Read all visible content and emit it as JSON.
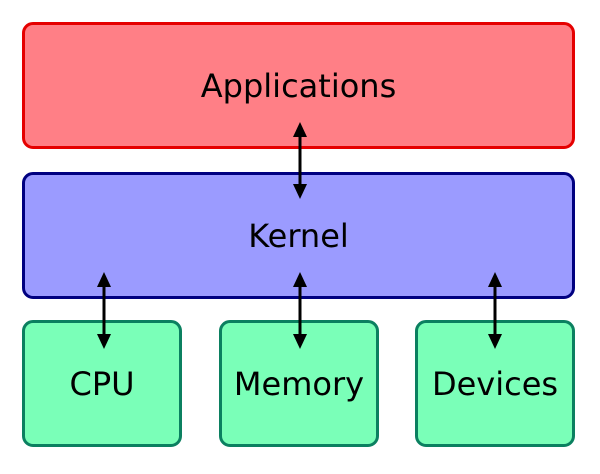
{
  "diagram": {
    "layers": {
      "applications": {
        "label": "Applications"
      },
      "kernel": {
        "label": "Kernel"
      },
      "hardware": [
        {
          "label": "CPU"
        },
        {
          "label": "Memory"
        },
        {
          "label": "Devices"
        }
      ]
    }
  },
  "colors": {
    "applications_fill": "#ff7f86",
    "applications_border": "#e50000",
    "kernel_fill": "#9b9bff",
    "kernel_border": "#000080",
    "hardware_fill": "#7affb8",
    "hardware_border": "#0b8060",
    "arrow": "#000000"
  }
}
